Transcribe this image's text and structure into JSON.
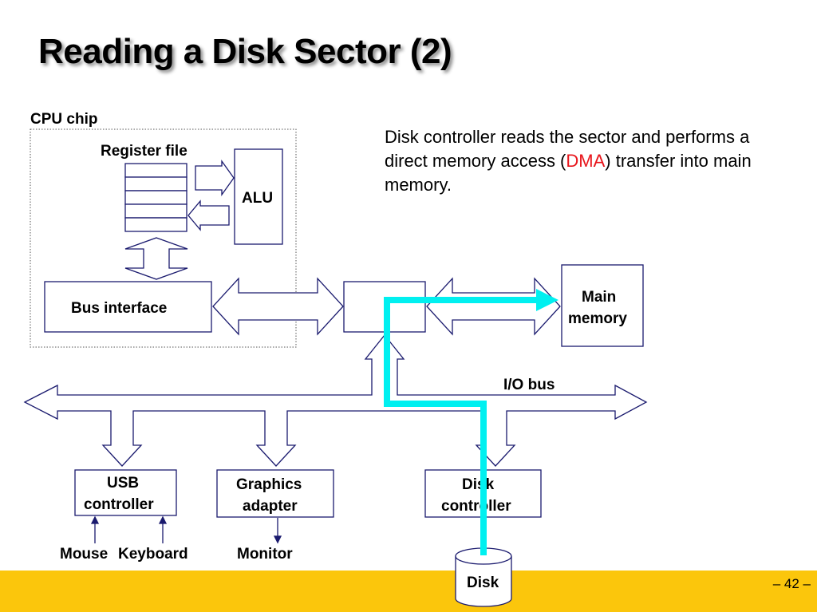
{
  "title": "Reading a Disk Sector (2)",
  "caption": {
    "before": "Disk controller reads the sector and performs a direct memory access (",
    "highlight": "DMA",
    "after": ") transfer into main memory."
  },
  "labels": {
    "cpu_chip": "CPU chip",
    "register_file": "Register file",
    "alu": "ALU",
    "bus_interface": "Bus interface",
    "main_memory_line1": "Main",
    "main_memory_line2": "memory",
    "io_bus": "I/O bus",
    "usb_line1": "USB",
    "usb_line2": "controller",
    "graphics_line1": "Graphics",
    "graphics_line2": "adapter",
    "disk_ctrl_line1": "Disk",
    "disk_ctrl_line2": "controller",
    "mouse": "Mouse",
    "keyboard": "Keyboard",
    "monitor": "Monitor",
    "disk": "Disk"
  },
  "colors": {
    "dma_highlight": "#e8151b",
    "dma_path": "#00f0f0",
    "footer": "#fbc60c"
  },
  "page_number": "– 42 –"
}
